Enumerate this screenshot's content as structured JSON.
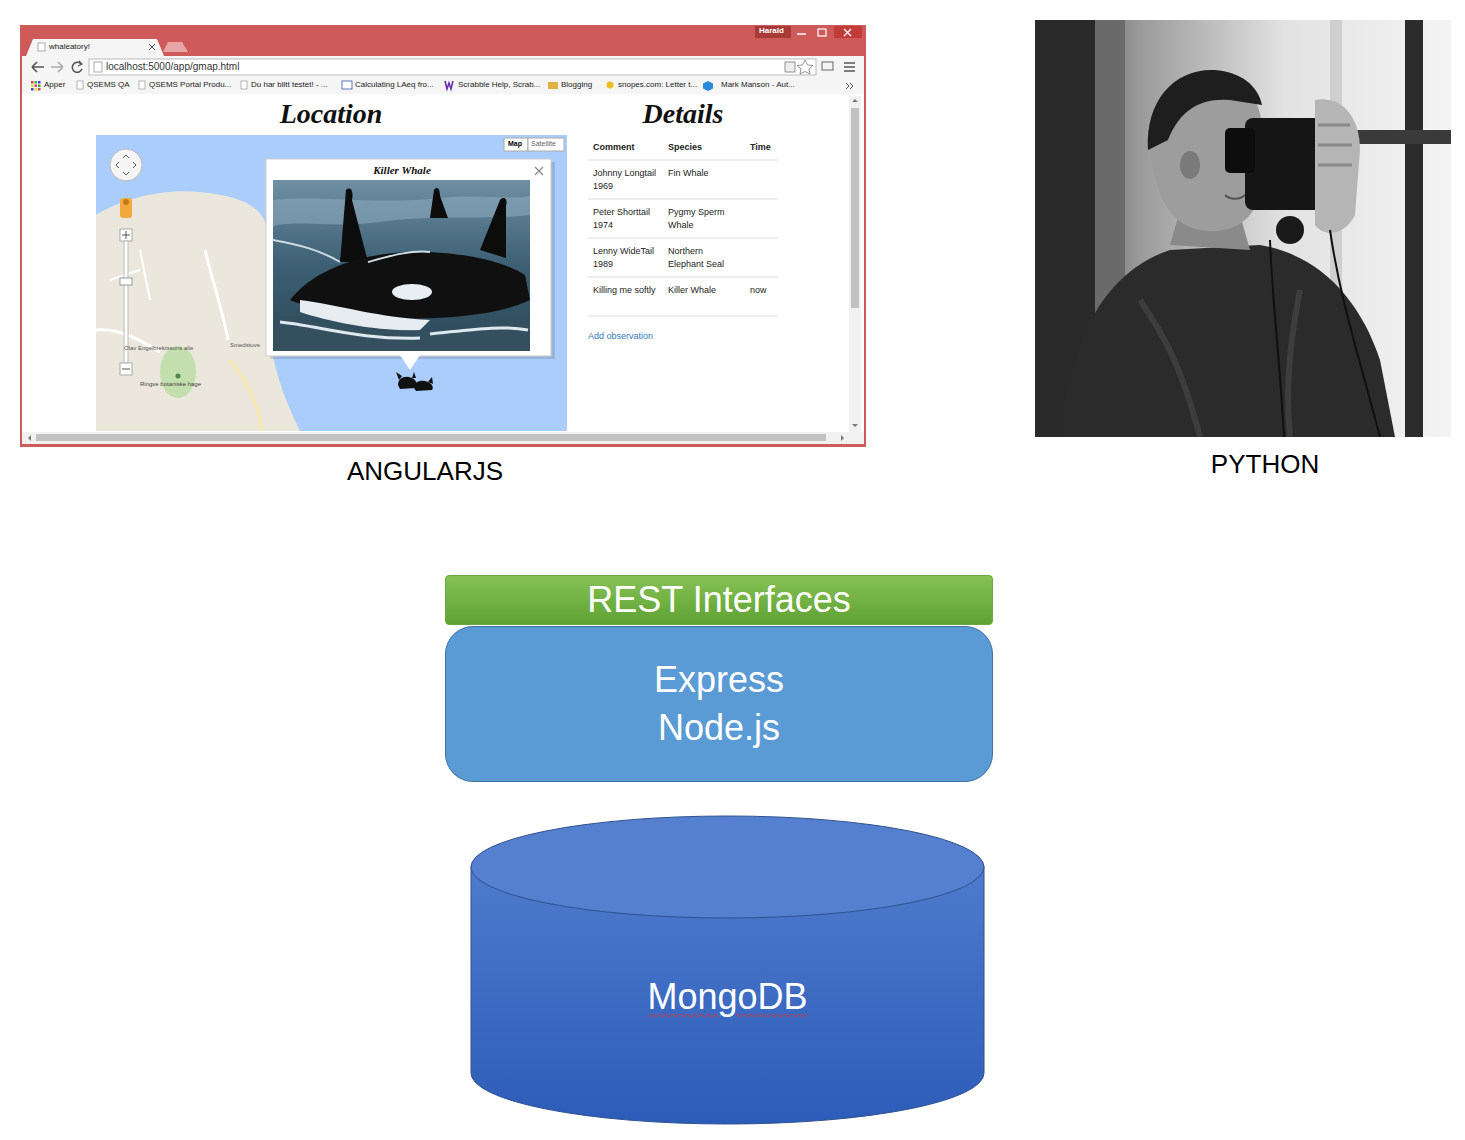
{
  "diagram": {
    "nodes": [
      {
        "text": [
          "ANGULARJS"
        ]
      },
      {
        "text": [
          "PYTHON"
        ]
      },
      {
        "text": [
          "REST Interfaces"
        ]
      },
      {
        "text": [
          "Express Node.js"
        ]
      },
      {
        "text": [
          "MongoDB"
        ]
      }
    ],
    "labels": [
      "Harald",
      "whaleatory!",
      "localhost:5000/app/gmap.html",
      "Apper",
      "QSEMS QA",
      "QSEMS Portal Produ...",
      "Du har blitt testet! - ...",
      "Calculating LAeq fro...",
      "Scrabble Help, Scrab...",
      "Blogging",
      "snopes.com: Letter t...",
      "Mark Manson - Aut...",
      "Location",
      "Details",
      "Map",
      "Satellite",
      "Killer Whale",
      "Olav Engelbrektssons alle",
      "Smedstuve",
      "Ringve botaniske hage",
      "Comment",
      "Species",
      "Time",
      "Johnny Longtail 1969",
      "Fin Whale",
      "Peter Shorttail 1974",
      "Pygmy Sperm Whale",
      "Lenny WideTail 1989",
      "Northern Elephant Seal",
      "Killing me softly",
      "Killer Whale",
      "now",
      "Add observation"
    ]
  }
}
